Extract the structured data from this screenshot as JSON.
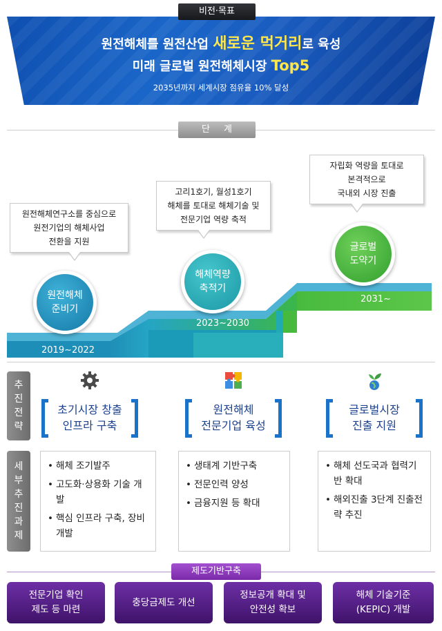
{
  "vision": {
    "tab_label": "비전·목표",
    "line1_prefix": "원전해체를 원전산업 ",
    "line1_highlight": "새로운 먹거리",
    "line1_suffix": "로 육성",
    "line2_prefix": "미래 글로벌 원전해체시장 ",
    "line2_highlight": "Top5",
    "line3": "2035년까지 세계시장 점유율 10% 달성"
  },
  "stages": {
    "tab_label": "단 계",
    "items": [
      {
        "callout": [
          "원전해체연구소를 중심으로",
          "원전기업의 해체사업",
          "전환을 지원"
        ],
        "circle": [
          "원전해체",
          "준비기"
        ],
        "period": "2019∼2022",
        "color": "#1f8fb8"
      },
      {
        "callout": [
          "고리1호기, 월성1호기",
          "해체를 토대로 해체기술 및",
          "전문기업 역량 축적"
        ],
        "circle": [
          "해체역량",
          "축적기"
        ],
        "period": "2023∼2030",
        "color": "#19a9b3"
      },
      {
        "callout": [
          "자립화 역량을 토대로",
          "본격적으로",
          "국내외 시장 진출"
        ],
        "circle": [
          "글로벌",
          "도약기"
        ],
        "period": "2031∼",
        "color": "#3cb53a"
      }
    ]
  },
  "strategy": {
    "side_label": [
      "추",
      "진",
      "전",
      "략"
    ],
    "items": [
      {
        "title": [
          "초기시장 창출",
          "인프라 구축"
        ],
        "icon": "gear-icon"
      },
      {
        "title": [
          "원전해체",
          "전문기업 육성"
        ],
        "icon": "puzzle-icon"
      },
      {
        "title": [
          "글로벌시장",
          "진출 지원"
        ],
        "icon": "globe-plant-icon"
      }
    ]
  },
  "tasks": {
    "side_label": [
      "세",
      "부",
      "추",
      "진",
      "과",
      "제"
    ],
    "columns": [
      [
        "해체 조기발주",
        "고도화·상용화 기술 개발",
        "핵심 인프라 구축, 장비 개발"
      ],
      [
        "생태계 기반구축",
        "전문인력 양성",
        "금융지원 등 확대"
      ],
      [
        "해체 선도국과 협력기반 확대",
        "해외진출 3단계 진출전략 추진"
      ]
    ]
  },
  "system": {
    "tab_label": "제도기반구축",
    "items": [
      [
        "전문기업 확인",
        "제도 등 마련"
      ],
      [
        "충당금제도 개선"
      ],
      [
        "정보공개 확대 및",
        "안전성 확보"
      ],
      [
        "해체 기술기준",
        "(KEPIC) 개발"
      ]
    ]
  }
}
